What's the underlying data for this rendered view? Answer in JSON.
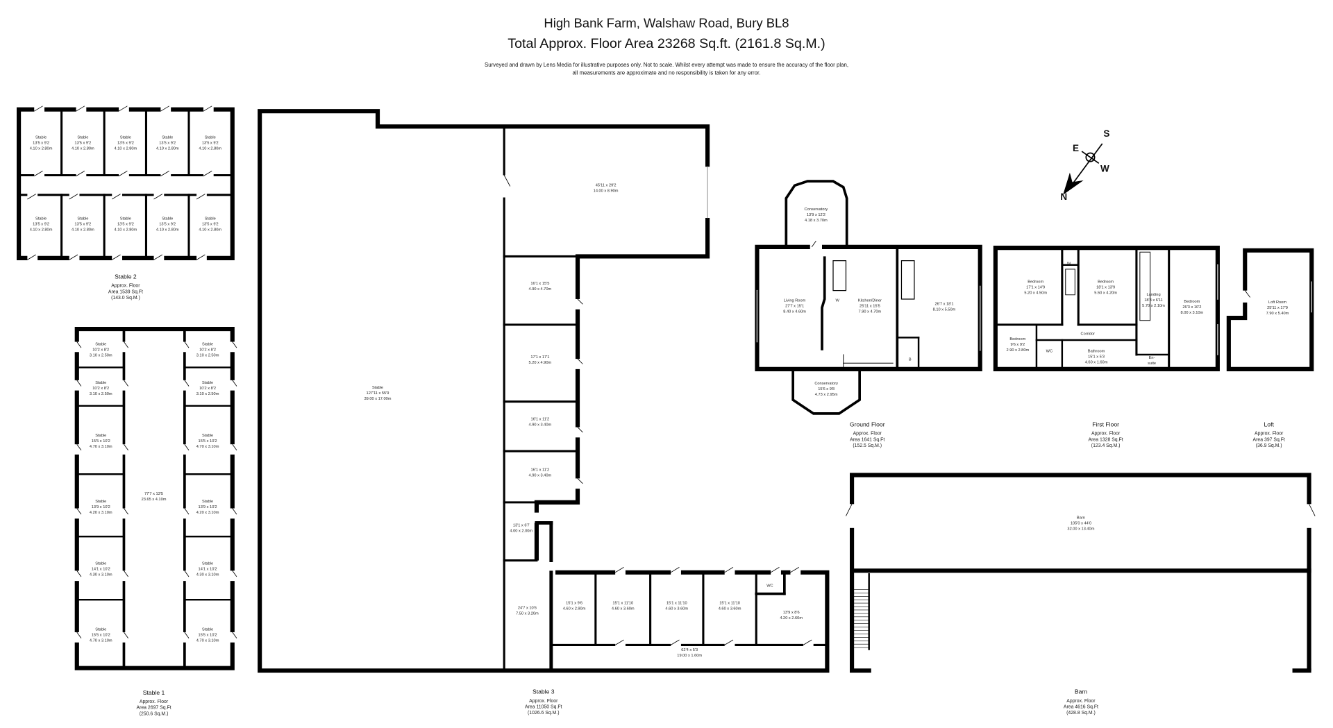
{
  "header": {
    "title": "High Bank Farm, Walshaw Road, Bury BL8",
    "subtitle": "Total Approx. Floor Area 23268 Sq.ft. (2161.8 Sq.M.)",
    "disclaimer_line1": "Surveyed and drawn by Lens Media for illustrative purposes only. Not to scale. Whilst every attempt was made to ensure the accuracy of the floor plan,",
    "disclaimer_line2": "all measurements are approximate and no responsibility is taken for any error."
  },
  "compass": {
    "north": "N",
    "south": "S",
    "east": "E",
    "west": "W"
  },
  "plans": [
    {
      "id": "stable-2",
      "title": "Stable 2",
      "area_label": "Approx. Floor",
      "area_sqft": "Area 1539 Sq.Ft",
      "area_sqm": "(143.0 Sq.M.)",
      "rooms": [
        {
          "name": "Stable",
          "imperial": "13'5 x 9'2",
          "metric": "4.10 x 2.80m"
        },
        {
          "name": "Stable",
          "imperial": "13'5 x 9'2",
          "metric": "4.10 x 2.80m"
        },
        {
          "name": "Stable",
          "imperial": "13'5 x 9'2",
          "metric": "4.10 x 2.80m"
        },
        {
          "name": "Stable",
          "imperial": "13'5 x 9'2",
          "metric": "4.10 x 2.80m"
        },
        {
          "name": "Stable",
          "imperial": "13'5 x 9'2",
          "metric": "4.10 x 2.80m"
        },
        {
          "name": "Stable",
          "imperial": "13'5 x 9'2",
          "metric": "4.10 x 2.80m"
        },
        {
          "name": "Stable",
          "imperial": "13'5 x 9'2",
          "metric": "4.10 x 2.80m"
        },
        {
          "name": "Stable",
          "imperial": "13'5 x 9'2",
          "metric": "4.10 x 2.80m"
        },
        {
          "name": "Stable",
          "imperial": "13'5 x 9'2",
          "metric": "4.10 x 2.80m"
        },
        {
          "name": "Stable",
          "imperial": "13'5 x 9'2",
          "metric": "4.10 x 2.80m"
        }
      ]
    },
    {
      "id": "stable-1",
      "title": "Stable 1",
      "area_label": "Approx. Floor",
      "area_sqft": "Area 2697 Sq.Ft",
      "area_sqm": "(250.6 Sq.M.)",
      "rooms": [
        {
          "name": "Stable",
          "imperial": "10'2 x 8'2",
          "metric": "3.10 x 2.50m"
        },
        {
          "name": "Stable",
          "imperial": "10'2 x 8'2",
          "metric": "3.10 x 2.50m"
        },
        {
          "name": "Stable",
          "imperial": "15'5 x 10'2",
          "metric": "4.70 x 3.10m"
        },
        {
          "name": "Stable",
          "imperial": "13'9 x 10'2",
          "metric": "4.20 x 3.10m"
        },
        {
          "name": "Stable",
          "imperial": "14'1 x 10'2",
          "metric": "4.30 x 3.10m"
        },
        {
          "name": "Stable",
          "imperial": "15'5 x 10'2",
          "metric": "4.70 x 3.10m"
        },
        {
          "name": "Stable",
          "imperial": "10'2 x 8'2",
          "metric": "3.10 x 2.50m"
        },
        {
          "name": "Stable",
          "imperial": "10'2 x 8'2",
          "metric": "3.10 x 2.50m"
        },
        {
          "name": "Stable",
          "imperial": "15'5 x 10'2",
          "metric": "4.70 x 3.10m"
        },
        {
          "name": "Stable",
          "imperial": "13'9 x 10'2",
          "metric": "4.20 x 3.10m"
        },
        {
          "name": "Stable",
          "imperial": "14'1 x 10'2",
          "metric": "4.30 x 3.10m"
        },
        {
          "name": "Stable",
          "imperial": "15'5 x 10'2",
          "metric": "4.70 x 3.10m"
        },
        {
          "name": "",
          "imperial": "77'7 x 13'5",
          "metric": "23.65 x 4.10m"
        }
      ]
    },
    {
      "id": "stable-3",
      "title": "Stable 3",
      "area_label": "Approx. Floor",
      "area_sqft": "Area 11050 Sq.Ft",
      "area_sqm": "(1026.6 Sq.M.)",
      "rooms": [
        {
          "name": "Stable",
          "imperial": "127'11 x 55'9",
          "metric": "39.00 x 17.00m"
        },
        {
          "name": "",
          "imperial": "45'11 x 29'2",
          "metric": "14.00 x 8.90m"
        },
        {
          "name": "",
          "imperial": "16'1 x 15'5",
          "metric": "4.90 x 4.70m"
        },
        {
          "name": "",
          "imperial": "17'1 x 17'1",
          "metric": "5.20 x 4.90m"
        },
        {
          "name": "",
          "imperial": "16'1 x 11'2",
          "metric": "4.90 x 3.40m"
        },
        {
          "name": "",
          "imperial": "16'1 x 11'2",
          "metric": "4.90 x 3.40m"
        },
        {
          "name": "",
          "imperial": "13'1 x 6'7",
          "metric": "4.00 x 2.00m"
        },
        {
          "name": "",
          "imperial": "24'7 x 10'6",
          "metric": "7.50 x 3.20m"
        },
        {
          "name": "",
          "imperial": "15'1 x 9'6",
          "metric": "4.60 x 2.90m"
        },
        {
          "name": "",
          "imperial": "15'1 x 11'10",
          "metric": "4.60 x 3.60m"
        },
        {
          "name": "",
          "imperial": "15'1 x 11'10",
          "metric": "4.60 x 3.60m"
        },
        {
          "name": "",
          "imperial": "15'1 x 11'10",
          "metric": "4.60 x 3.60m"
        },
        {
          "name": "",
          "imperial": "13'9 x 8'6",
          "metric": "4.20 x 2.60m"
        },
        {
          "name": "WC",
          "imperial": "",
          "metric": ""
        },
        {
          "name": "",
          "imperial": "62'4 x 5'3",
          "metric": "19.00 x 1.60m"
        }
      ]
    },
    {
      "id": "ground-floor",
      "title": "Ground Floor",
      "area_label": "Approx. Floor",
      "area_sqft": "Area 1641 Sq.Ft",
      "area_sqm": "(152.5 Sq.M.)",
      "rooms": [
        {
          "name": "Conservatory",
          "imperial": "13'9 x 12'2",
          "metric": "4.18 x 3.70m"
        },
        {
          "name": "Living Room",
          "imperial": "27'7 x 15'1",
          "metric": "8.40 x 4.60m"
        },
        {
          "name": "Kitchen/Diner",
          "imperial": "25'11 x 15'5",
          "metric": "7.90 x 4.70m"
        },
        {
          "name": "",
          "imperial": "26'7 x 18'1",
          "metric": "8.10 x 5.50m"
        },
        {
          "name": "Conservatory",
          "imperial": "15'6 x 9'8",
          "metric": "4.73 x 2.95m"
        },
        {
          "name": "W",
          "imperial": "",
          "metric": ""
        },
        {
          "name": "B",
          "imperial": "",
          "metric": ""
        }
      ]
    },
    {
      "id": "first-floor",
      "title": "First Floor",
      "area_label": "Approx. Floor",
      "area_sqft": "Area 1328 Sq.Ft",
      "area_sqm": "(123.4 Sq.M.)",
      "rooms": [
        {
          "name": "Bedroom",
          "imperial": "17'1 x 14'9",
          "metric": "5.20 x 4.50m"
        },
        {
          "name": "Bedroom",
          "imperial": "18'1 x 13'9",
          "metric": "5.50 x 4.20m"
        },
        {
          "name": "Landing",
          "imperial": "18'8 x 6'11",
          "metric": "5.70 x 2.10m"
        },
        {
          "name": "Bedroom",
          "imperial": "26'3 x 10'2",
          "metric": "8.00 x 3.10m"
        },
        {
          "name": "Bedroom",
          "imperial": "9'6 x 9'2",
          "metric": "2.90 x 2.80m"
        },
        {
          "name": "Corridor",
          "imperial": "",
          "metric": ""
        },
        {
          "name": "Bathroom",
          "imperial": "15'1 x 5'3",
          "metric": "4.60 x 1.60m"
        },
        {
          "name": "En-",
          "imperial": "suite",
          "metric": ""
        },
        {
          "name": "W",
          "imperial": "",
          "metric": ""
        },
        {
          "name": "WC",
          "imperial": "",
          "metric": ""
        }
      ]
    },
    {
      "id": "loft",
      "title": "Loft",
      "area_label": "Approx. Floor",
      "area_sqft": "Area 397 Sq.Ft",
      "area_sqm": "(36.9 Sq.M.)",
      "rooms": [
        {
          "name": "Loft Room",
          "imperial": "25'11 x 17'9",
          "metric": "7.90 x 5.40m"
        }
      ]
    },
    {
      "id": "barn",
      "title": "Barn",
      "area_label": "Approx. Floor",
      "area_sqft": "Area 4616 Sq.Ft",
      "area_sqm": "(428.8 Sq.M.)",
      "rooms": [
        {
          "name": "Barn",
          "imperial": "105'0 x 44'0",
          "metric": "32.00 x 13.40m"
        }
      ]
    }
  ]
}
